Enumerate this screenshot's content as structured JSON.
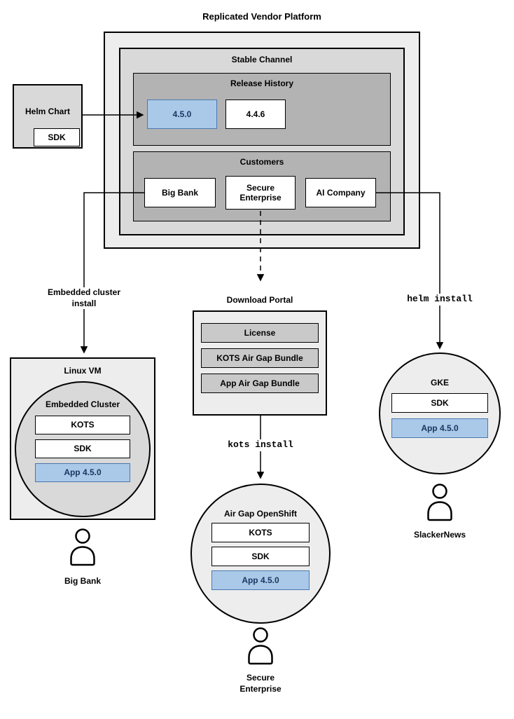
{
  "title": "Replicated Vendor Platform",
  "stable_channel": {
    "label": "Stable Channel",
    "release_history": {
      "label": "Release History",
      "releases": [
        {
          "label": "4.5.0",
          "highlight": true
        },
        {
          "label": "4.4.6",
          "highlight": false
        }
      ]
    },
    "customers": {
      "label": "Customers",
      "items": [
        {
          "label": "Big Bank"
        },
        {
          "label": "Secure Enterprise"
        },
        {
          "label": "AI Company"
        }
      ]
    }
  },
  "helm_chart": {
    "label": "Helm Chart",
    "sdk_label": "SDK"
  },
  "edges": {
    "embedded_cluster_install": "Embedded cluster install",
    "helm_install": "helm install",
    "kots_install": "kots install"
  },
  "download_portal": {
    "label": "Download Portal",
    "items": [
      {
        "label": "License"
      },
      {
        "label": "KOTS Air Gap Bundle"
      },
      {
        "label": "App Air Gap Bundle"
      }
    ]
  },
  "linux_vm": {
    "label": "Linux VM",
    "cluster": {
      "label": "Embedded Cluster",
      "components": [
        {
          "label": "KOTS",
          "highlight": false
        },
        {
          "label": "SDK",
          "highlight": false
        },
        {
          "label": "App 4.5.0",
          "highlight": true
        }
      ]
    },
    "user": "Big Bank"
  },
  "openshift": {
    "label": "Air Gap OpenShift",
    "components": [
      {
        "label": "KOTS",
        "highlight": false
      },
      {
        "label": "SDK",
        "highlight": false
      },
      {
        "label": "App 4.5.0",
        "highlight": true
      }
    ],
    "user": "Secure Enterprise"
  },
  "gke": {
    "label": "GKE",
    "components": [
      {
        "label": "SDK",
        "highlight": false
      },
      {
        "label": "App 4.5.0",
        "highlight": true
      }
    ],
    "user": "SlackerNews"
  },
  "colors": {
    "highlight_fill": "#aac9e9",
    "highlight_border": "#4a77ad",
    "highlight_text": "#16365f"
  }
}
